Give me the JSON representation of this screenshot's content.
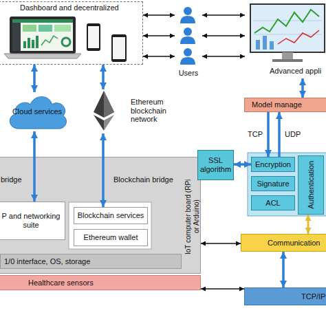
{
  "diagram": {
    "nodes": [
      {
        "text": [
          "Dashboard and decentralized"
        ]
      },
      {
        "text": [
          "Users"
        ]
      },
      {
        "text": [
          "Advanced appli"
        ]
      },
      {
        "text": [
          "Cloud services"
        ]
      },
      {
        "text": [
          "Ethereum blockchain network"
        ]
      },
      {
        "text": [
          "bridge",
          "Blockchain bridge",
          "IoT computer board (RPi or Arduino)"
        ]
      },
      {
        "text": [
          "P and networking suite"
        ],
        "in": 5
      },
      {
        "text": [
          "Blockchain services"
        ],
        "in": 5
      },
      {
        "text": [
          "Ethereum wallet"
        ],
        "in": 5
      },
      {
        "text": [
          "1/0 interface, OS, storage"
        ],
        "in": 5
      },
      {
        "text": [
          "Healthcare sensors"
        ]
      },
      {
        "text": [
          "Model manage"
        ]
      },
      {
        "text": [
          "SSL algorithm"
        ]
      },
      {
        "text": [
          "Encryption"
        ]
      },
      {
        "text": [
          "Signature"
        ]
      },
      {
        "text": [
          "ACL"
        ]
      },
      {
        "text": [
          "Authentication"
        ]
      },
      {
        "text": [
          "Communication"
        ]
      },
      {
        "text": [
          "TCP/IP"
        ]
      }
    ],
    "edges": [
      {
        "from": 0,
        "to": 1,
        "arrow": "both"
      },
      {
        "from": 0,
        "to": 1,
        "arrow": "both"
      },
      {
        "from": 0,
        "to": 1,
        "arrow": "both"
      },
      {
        "from": 1,
        "to": 2,
        "arrow": "both"
      },
      {
        "from": 1,
        "to": 2,
        "arrow": "both"
      },
      {
        "from": 1,
        "to": 2,
        "arrow": "both"
      },
      {
        "from": 0,
        "to": 3,
        "arrow": "both"
      },
      {
        "from": 0,
        "to": 4,
        "arrow": "both"
      },
      {
        "from": 3,
        "to": 6,
        "arrow": "both"
      },
      {
        "from": 4,
        "to": 7,
        "arrow": "both"
      },
      {
        "from": 2,
        "to": 11,
        "arrow": "both"
      },
      {
        "from": 11,
        "to": 13,
        "label": "TCP",
        "arrow": "to"
      },
      {
        "from": 13,
        "to": 11,
        "label": "UDP",
        "arrow": "to"
      },
      {
        "from": 12,
        "to": 13,
        "arrow": "both"
      },
      {
        "from": 16,
        "to": 17,
        "arrow": "both"
      },
      {
        "from": 5,
        "to": 17,
        "arrow": "both"
      },
      {
        "from": 10,
        "to": 18,
        "arrow": "both"
      },
      {
        "from": 17,
        "to": 18,
        "arrow": "both"
      }
    ]
  }
}
